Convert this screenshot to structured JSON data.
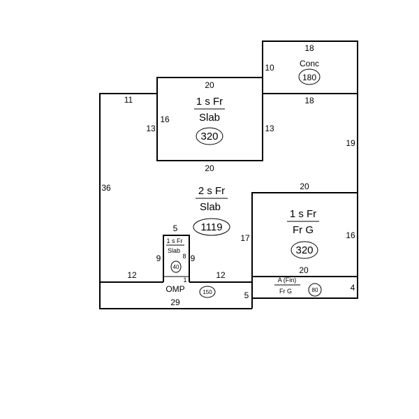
{
  "sections": {
    "garage": {
      "label_top": "Conc",
      "area": "180"
    },
    "upper_left": {
      "label_top": "1 s Fr",
      "label_bottom": "Slab",
      "area": "320"
    },
    "main": {
      "label_top": "2 s Fr",
      "label_bottom": "Slab",
      "area": "1119"
    },
    "right": {
      "label_top": "1 s Fr",
      "label_bottom": "Fr G",
      "area": "320"
    },
    "small": {
      "label_top": "1 s Fr",
      "label_bottom": "Slab",
      "area": "40"
    },
    "porch": {
      "label": "OMP",
      "area": "150"
    },
    "attic": {
      "label_top": "A (Fin)",
      "label_bottom": "Fr G",
      "area": "80"
    }
  },
  "dimensions": {
    "garage_top": "18",
    "garage_left": "10",
    "garage_bottom": "18",
    "upper_top": "20",
    "upper_bottom": "20",
    "upper_left_outer": "13",
    "upper_left_inner": "16",
    "upper_right": "13",
    "main_top_left": "11",
    "main_left": "36",
    "right_outer": "19",
    "right_top": "20",
    "right_left": "17",
    "right_right": "16",
    "right_bottom": "20",
    "attic_right": "4",
    "small_top": "5",
    "small_left": "9",
    "small_right_outer": "9",
    "small_right_inner": "8",
    "small_bottom": "1",
    "porch_left_top": "12",
    "porch_right_top": "12",
    "porch_bottom": "29",
    "porch_right": "5"
  }
}
